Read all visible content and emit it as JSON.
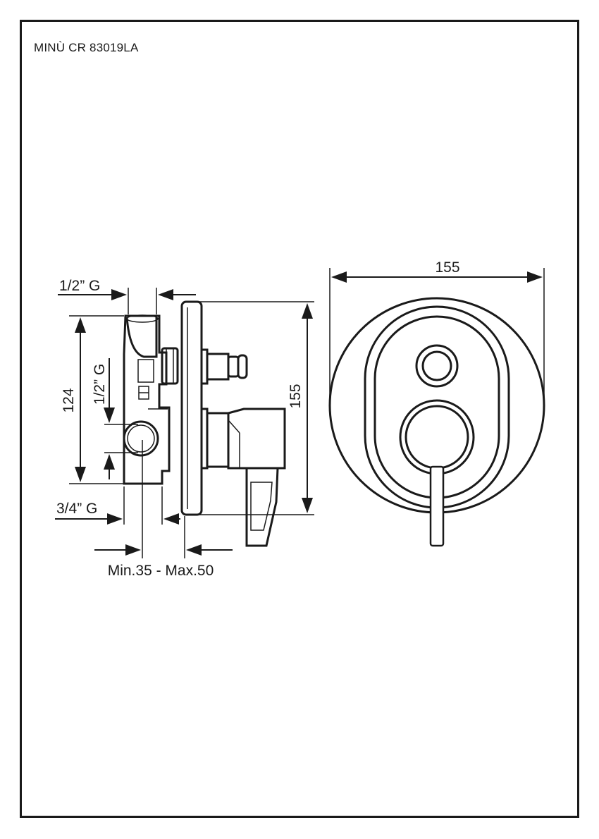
{
  "sheet": {
    "title": "MINÙ CR 83019LA"
  },
  "dimensions": {
    "front_width": "155",
    "side_height": "155",
    "body_height": "124",
    "inlet_top": "1/2” G",
    "inlet_side": "1/2” G",
    "outlet_bottom": "3/4” G",
    "wall_depth": "Min.35 - Max.50"
  }
}
